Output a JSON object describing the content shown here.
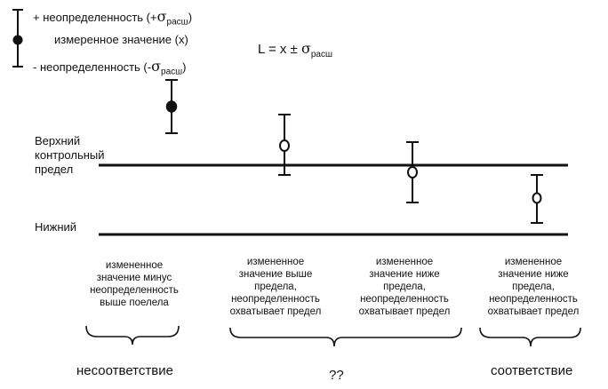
{
  "legend": {
    "plus_prefix": "+ неопределенность (+",
    "plus_sub": "расш",
    "plus_suffix": ")",
    "measured": "измеренное значение (x)",
    "minus_prefix": "- неопределенность (-",
    "minus_sub": "расш",
    "minus_suffix": ")",
    "sigma_symbol": "σ"
  },
  "formula": {
    "prefix": "L = x ±",
    "sigma": "σ",
    "sub": "расш"
  },
  "limits": {
    "upper_label": "Верхний\nконтрольный\nпредел",
    "lower_label": "Нижний"
  },
  "measurements": [
    {
      "name": "case-1",
      "marker": "filled",
      "position": "above-upper-limit"
    },
    {
      "name": "case-2",
      "marker": "open",
      "position": "above-upper-limit-interval-crosses"
    },
    {
      "name": "case-3",
      "marker": "open",
      "position": "below-upper-limit-interval-crosses"
    },
    {
      "name": "case-4",
      "marker": "open",
      "position": "below-upper-limit"
    }
  ],
  "cases": [
    {
      "text": "измененное\nзначение минус\nнеопределенность\nвыше поелела"
    },
    {
      "text": "измененное\nзначение выше\nпредела,\nнеопределенность\nохватывает предел"
    },
    {
      "text": "измененное\nзначение ниже\nпредела,\nнеопределенность\nохватывает предел"
    },
    {
      "text": "измененное\nзначение ниже\nпредела,\nнеопределенность\nохватывает предел"
    }
  ],
  "verdicts": {
    "nonconformity": "несоответствие",
    "uncertain": "??",
    "conformity": "соответствие"
  }
}
